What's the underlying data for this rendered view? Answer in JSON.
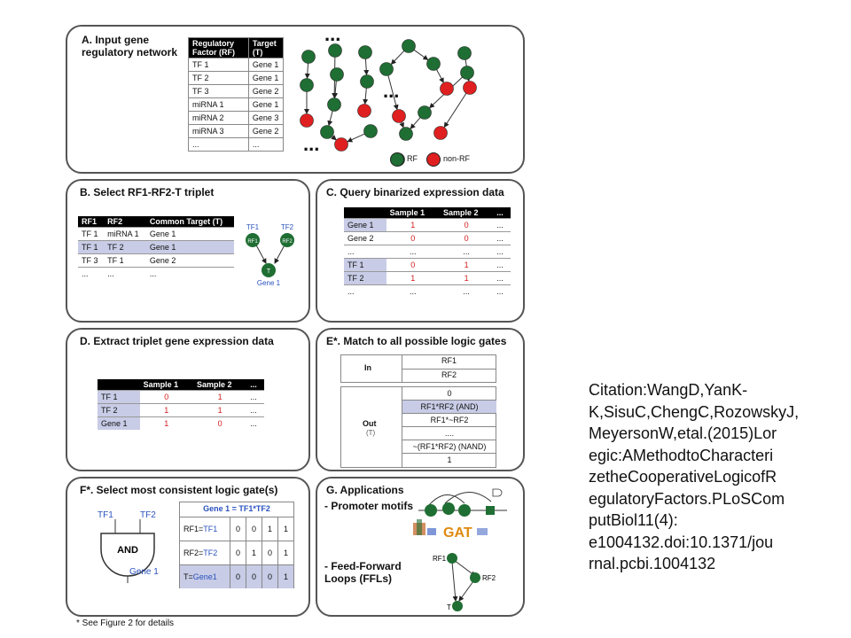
{
  "panels": {
    "a": {
      "title_line1": "A. Input gene",
      "title_line2": "regulatory network",
      "table_headers": [
        "Regulatory Factor (RF)",
        "Target (T)"
      ],
      "rows": [
        [
          "TF 1",
          "Gene 1"
        ],
        [
          "TF 2",
          "Gene 1"
        ],
        [
          "TF 3",
          "Gene 2"
        ],
        [
          "miRNA 1",
          "Gene 1"
        ],
        [
          "miRNA 2",
          "Gene 3"
        ],
        [
          "miRNA 3",
          "Gene 2"
        ],
        [
          "...",
          "..."
        ]
      ],
      "ellipsis": "...",
      "legend_rf": "RF",
      "legend_nonrf": "non-RF"
    },
    "b": {
      "title": "B. Select RF1-RF2-T triplet",
      "headers": [
        "RF1",
        "RF2",
        "Common Target (T)"
      ],
      "rows": [
        [
          "TF 1",
          "miRNA 1",
          "Gene 1"
        ],
        [
          "TF 1",
          "TF 2",
          "Gene 1"
        ],
        [
          "TF 3",
          "TF 1",
          "Gene 2"
        ],
        [
          "...",
          "...",
          "..."
        ]
      ],
      "diagram": {
        "tf1": "TF1",
        "tf2": "TF2",
        "rf1": "RF1",
        "rf2": "RF2",
        "t": "T",
        "gene": "Gene 1"
      }
    },
    "c": {
      "title": "C. Query binarized expression data",
      "headers": [
        "",
        "Sample 1",
        "Sample 2",
        "..."
      ],
      "rows": [
        [
          "Gene 1",
          "1",
          "0",
          "..."
        ],
        [
          "Gene 2",
          "0",
          "0",
          "..."
        ],
        [
          "...",
          "...",
          "...",
          "..."
        ],
        [
          "TF 1",
          "0",
          "1",
          "..."
        ],
        [
          "TF 2",
          "1",
          "1",
          "..."
        ],
        [
          "...",
          "...",
          "...",
          "..."
        ]
      ]
    },
    "d": {
      "title": "D. Extract triplet gene expression data",
      "headers": [
        "",
        "Sample 1",
        "Sample 2",
        "..."
      ],
      "rows": [
        [
          "TF 1",
          "0",
          "1",
          "..."
        ],
        [
          "TF 2",
          "1",
          "1",
          "..."
        ],
        [
          "Gene 1",
          "1",
          "0",
          "..."
        ]
      ]
    },
    "e": {
      "title": "E*. Match to all possible logic gates",
      "in_label": "In",
      "in_values": [
        "RF1",
        "RF2"
      ],
      "out_label": "Out",
      "out_sub": "(T)",
      "out_values": [
        "0",
        "RF1*RF2 (AND)",
        "RF1*~RF2",
        "....",
        "~(RF1*RF2) (NAND)",
        "1"
      ]
    },
    "f": {
      "title": "F*. Select most consistent logic gate(s)",
      "gate_tf1": "TF1",
      "gate_tf2": "TF2",
      "gate_label": "AND",
      "gate_out": "Gene 1",
      "eq_header": "Gene 1 = TF1*TF2",
      "rows": [
        {
          "label_a": "RF1=",
          "label_b": "TF1",
          "vals": [
            "0",
            "0",
            "1",
            "1"
          ]
        },
        {
          "label_a": "RF2=",
          "label_b": "TF2",
          "vals": [
            "0",
            "1",
            "0",
            "1"
          ]
        },
        {
          "label_a": "T=",
          "label_b": "Gene1",
          "vals": [
            "0",
            "0",
            "0",
            "1"
          ]
        }
      ]
    },
    "g": {
      "title": "G. Applications",
      "item1": "- Promoter motifs",
      "item2_line1": "- Feed-Forward",
      "item2_line2": "Loops (FFLs)",
      "ffl": {
        "rf1": "RF1",
        "rf2": "RF2",
        "t": "T"
      },
      "motif": "GAT"
    }
  },
  "footnote": "* See Figure 2 for details",
  "citation_lines": [
    "Citation:WangD,YanK-",
    "K,SisuC,ChengC,RozowskyJ,",
    "MeyersonW,etal.(2015)Lor",
    "egic:AMethodtoCharacteri",
    "zetheCooperativeLogicofR",
    "egulatoryFactors.PLoSCom",
    "putBiol11(4):",
    "e1004132.doi:10.1371/jou",
    "rnal.pcbi.1004132"
  ],
  "colors": {
    "rf_green": "#1f6e33",
    "nonrf_red": "#e02020",
    "highlight": "#c8cce6",
    "blue_text": "#2a52be"
  }
}
